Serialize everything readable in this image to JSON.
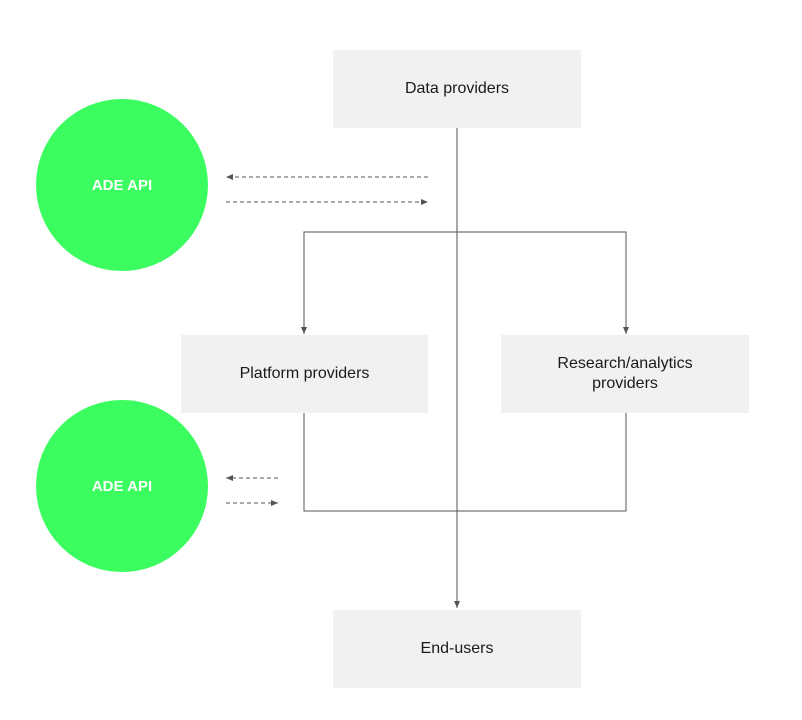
{
  "nodes": {
    "data_providers": "Data providers",
    "platform_providers": "Platform providers",
    "research_providers": "Research/analytics providers",
    "end_users": "End-users"
  },
  "api_nodes": {
    "top": "ADE API",
    "bottom": "ADE API"
  },
  "colors": {
    "node_fill": "#f1f1f1",
    "api_fill": "#3cfd5f",
    "line": "#555555"
  }
}
